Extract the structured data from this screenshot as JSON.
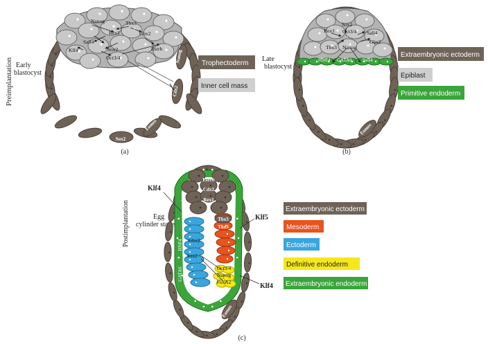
{
  "panel_a": {
    "stage_side": "Preimplantation",
    "stage": [
      "Early",
      "blastocyst"
    ],
    "caption": "(a)",
    "genes": {
      "nanog": "Nanog",
      "tbx3": "Tbx3",
      "rex1": "Rex1",
      "gbx2": "Gbx2",
      "sall4": "Sall4",
      "klf4": "Klf4",
      "sox2_icm": "Sox2",
      "oct34": "Oct3/4",
      "esrrb": "Esrrb",
      "nanog_te": "Nanog",
      "cdx2": "Cdx2",
      "eomes": "Eomes",
      "sox2_te": "Sox2"
    },
    "legend": [
      {
        "label": "Trophectoderm",
        "color": "#6f6358",
        "text_color": "#ffffff"
      },
      {
        "label": "Inner cell mass",
        "color": "#cfcfcf",
        "text_color": "#222222"
      }
    ]
  },
  "panel_b": {
    "stage": [
      "Late",
      "blastocyst"
    ],
    "caption": "(b)",
    "genes": {
      "sox2": "Sox2",
      "rex1": "Rex1",
      "oct34": "Oct3/4",
      "sall4": "Sall4",
      "gbx2": "Gbx2",
      "tbx3": "Tbx3",
      "nanog": "Nanog",
      "hnf4": "HNF4",
      "gata6": "GATA6",
      "sall4_pe": "Sall4",
      "eomes": "Eomes"
    },
    "legend": [
      {
        "label": "Extraembryonic ectoderm",
        "color": "#6f6358",
        "text_color": "#ffffff"
      },
      {
        "label": "Epiblast",
        "color": "#cfcfcf",
        "text_color": "#222222"
      },
      {
        "label": "Primitive endoderm",
        "color": "#3aa53a",
        "text_color": "#ffffff"
      }
    ]
  },
  "panel_c": {
    "stage_side": "Postimplantation",
    "stage": [
      "Egg",
      "cylinder stage"
    ],
    "caption": "(c)",
    "genes": {
      "esrrb": "Esrrb",
      "cdx2": "Cdx2",
      "rex1": "Rex1",
      "tbx3_top": "Tbx3",
      "tbx3_meso": "Tbx3",
      "gbx2": "Gbx2",
      "sox2": "Sox2",
      "klf4_top": "Klf4",
      "klf5": "Klf5",
      "klf4_bottom": "Klf4",
      "gata6": "GATA6",
      "hnf4": "HNF4",
      "eomes": "Eomes",
      "oct34": "Oct3/4",
      "nanog": "Nanog",
      "foxa2": "FoxA2"
    },
    "legend": [
      {
        "label": "Extraembryonic ectoderm",
        "color": "#6f6358",
        "text_color": "#ffffff"
      },
      {
        "label": "Mesoderm",
        "color": "#e8531e",
        "text_color": "#ffffff"
      },
      {
        "label": "Ectoderm",
        "color": "#3aa6dc",
        "text_color": "#ffffff"
      },
      {
        "label": "Definitive endoderm",
        "color": "#f5e71b",
        "text_color": "#222222"
      },
      {
        "label": "Extraembryonic endoderm",
        "color": "#3aa53a",
        "text_color": "#ffffff"
      }
    ]
  }
}
